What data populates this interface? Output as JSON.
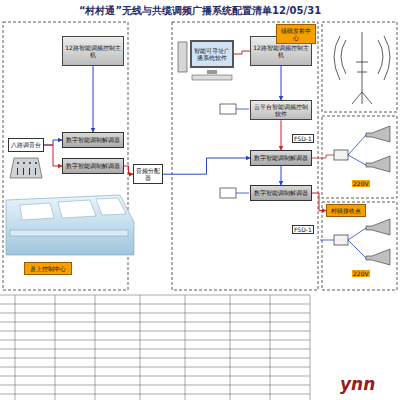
{
  "diagram": {
    "title": "“村村通”无线与共缆调频广播系统配置清单12/05/31",
    "nodes": [
      {
        "text": [
          "12路智能调频控制主机"
        ]
      },
      {
        "text": [
          "八路调音台"
        ]
      },
      {
        "text": [
          "数字智能调制解调器"
        ]
      },
      {
        "text": [
          "数字智能调制解调器"
        ]
      },
      {
        "text": [
          "音频分配器"
        ]
      },
      {
        "text": [
          "县上控制中心"
        ]
      },
      {
        "text": [
          "智能可寻址广播系统软件"
        ]
      },
      {
        "text": [
          "12路智能调频控制主机"
        ]
      },
      {
        "text": [
          "镇级发射中心"
        ]
      },
      {
        "text": [
          "云平台智能调频控制软件"
        ]
      },
      {
        "text": [
          "数字智能调制解调器"
        ]
      },
      {
        "text": [
          "数字智能调制解调器"
        ]
      },
      {
        "text": [
          "村级接收点"
        ]
      }
    ],
    "edges": [
      {
        "from": 1,
        "to": 2,
        "arrow": "to"
      },
      {
        "from": 1,
        "to": 3,
        "arrow": "to"
      },
      {
        "from": 0,
        "to": 2,
        "arrow": "to"
      },
      {
        "from": 3,
        "to": 4,
        "arrow": "to"
      },
      {
        "from": 4,
        "to": 10,
        "arrow": "to"
      },
      {
        "from": 6,
        "to": 7,
        "arrow": "none"
      },
      {
        "from": 7,
        "to": 9,
        "arrow": "to"
      },
      {
        "from": 9,
        "to": 10,
        "arrow": "to"
      },
      {
        "from": 10,
        "to": 11,
        "arrow": "to"
      },
      {
        "from": 11,
        "to": 12,
        "arrow": "to"
      }
    ],
    "labels": [
      "FSD-1",
      "FSD-1",
      "220V",
      "220V",
      "ynn"
    ]
  }
}
